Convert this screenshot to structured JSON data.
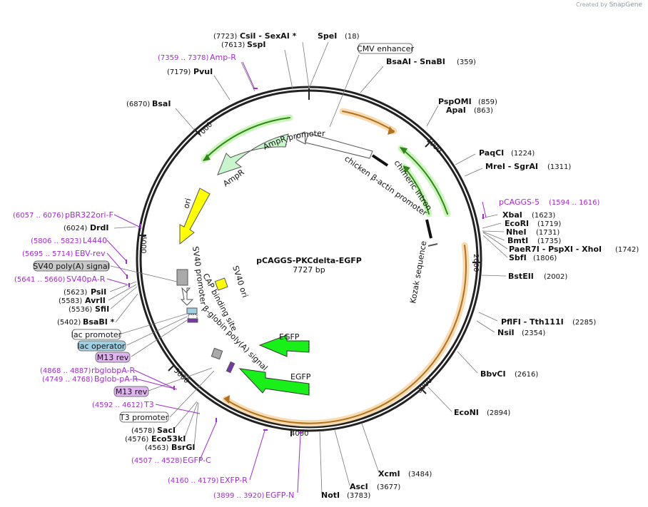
{
  "watermark": {
    "prefix": "Created by",
    "brand": "SnapGene"
  },
  "plasmid": {
    "name": "pCAGGS-PKCdelta-EGFP",
    "length": "7727 bp"
  },
  "ticks": [
    "1000",
    "2000",
    "3000",
    "4000",
    "5000",
    "6000",
    "7000"
  ],
  "features": {
    "ampr_promoter": "AmpR promoter",
    "ampr": "AmpR",
    "ori": "ori",
    "sv40_promoter": "SV40 promoter",
    "sv40_ori": "SV40 ori",
    "cap_site": "CAP binding site",
    "bglob": "β-globin poly(A) signal",
    "egfp1": "EGFP",
    "egfp2": "EGFP",
    "cba": "chicken β-actin promoter",
    "intron": "chimeric intron",
    "kozak": "Kozak sequence"
  },
  "enzymes_right": [
    {
      "name": "SpeI",
      "coord": "(18)"
    },
    {
      "name": "BsaAI  - SnaBI",
      "coord": "(359)"
    },
    {
      "name": "PspOMI",
      "coord": "(859)"
    },
    {
      "name": "ApaI",
      "coord": "(863)"
    },
    {
      "name": "PaqCI",
      "coord": "(1224)"
    },
    {
      "name": "MreI  - SgrAI",
      "coord": "(1311)"
    },
    {
      "name": "XbaI",
      "coord": "(1623)"
    },
    {
      "name": "EcoRI",
      "coord": "(1719)"
    },
    {
      "name": "NheI",
      "coord": "(1731)"
    },
    {
      "name": "BmtI",
      "coord": "(1735)"
    },
    {
      "name": "PaeR7I  - PspXI  - XhoI",
      "coord": "(1742)"
    },
    {
      "name": "SbfI",
      "coord": "(1806)"
    },
    {
      "name": "BstEII",
      "coord": "(2002)"
    },
    {
      "name": "PflFI  - Tth111I",
      "coord": "(2285)"
    },
    {
      "name": "NsiI",
      "coord": "(2354)"
    },
    {
      "name": "BbvCI",
      "coord": "(2616)"
    },
    {
      "name": "EcoNI",
      "coord": "(2894)"
    },
    {
      "name": "XcmI",
      "coord": "(3484)"
    },
    {
      "name": "AscI",
      "coord": "(3677)"
    },
    {
      "name": "NotI",
      "coord": "(3783)"
    }
  ],
  "enzymes_left": [
    {
      "name": "CsiI  - SexAI *",
      "coord": "(7723)"
    },
    {
      "name": "SspI",
      "coord": "(7613)"
    },
    {
      "name": "PvuI",
      "coord": "(7179)"
    },
    {
      "name": "BsaI",
      "coord": "(6870)"
    },
    {
      "name": "DrdI",
      "coord": "(6024)"
    },
    {
      "name": "PsiI",
      "coord": "(5623)"
    },
    {
      "name": "AvrII",
      "coord": "(5583)"
    },
    {
      "name": "SfiI",
      "coord": "(5536)"
    },
    {
      "name": "BsaBI *",
      "coord": "(5402)"
    },
    {
      "name": "SacI",
      "coord": "(4578)"
    },
    {
      "name": "Eco53kI",
      "coord": "(4576)"
    },
    {
      "name": "BsrGI",
      "coord": "(4563)"
    }
  ],
  "primers": [
    {
      "name": "Amp-R",
      "coord": "(7359 .. 7378)"
    },
    {
      "name": "pCAGGS-5",
      "coord": "(1594 .. 1616)"
    },
    {
      "name": "pBR322ori-F",
      "coord": "(6057 .. 6076)"
    },
    {
      "name": "L4440",
      "coord": "(5806 .. 5823)"
    },
    {
      "name": "EBV-rev",
      "coord": "(5695 .. 5714)"
    },
    {
      "name": "SV40pA-R",
      "coord": "(5641 .. 5660)"
    },
    {
      "name": "rbglobpA-R",
      "coord": "(4868 .. 4887)"
    },
    {
      "name": "Bglob-pA-R",
      "coord": "(4749 .. 4768)"
    },
    {
      "name": "T3",
      "coord": "(4592 .. 4612)"
    },
    {
      "name": "EGFP-C",
      "coord": "(4507 .. 4528)"
    },
    {
      "name": "EXFP-R",
      "coord": "(4160 .. 4179)"
    },
    {
      "name": "EGFP-N",
      "coord": "(3899 .. 3920)"
    }
  ],
  "boxed_labels": {
    "cmv": "CMV enhancer",
    "sv40pa": "SV40 poly(A) signal",
    "lac_promoter": "lac promoter",
    "lac_operator": "lac operator",
    "m13rev1": "M13 rev",
    "m13rev2": "M13 rev",
    "t3prom": "T3 promoter"
  },
  "colors": {
    "backbone": "#222222",
    "orange_feature": "#e8a13a",
    "green_feature": "#8ad36a",
    "ampr_fill": "#c8f5cc",
    "ori_fill": "#ffff00",
    "egfp_fill": "#19f019",
    "primer": "#a12bcf",
    "lac_operator_fill": "#9fcfe0",
    "m13_fill": "#e0b4f0",
    "sv40pa_fill": "#c8c8c8"
  }
}
